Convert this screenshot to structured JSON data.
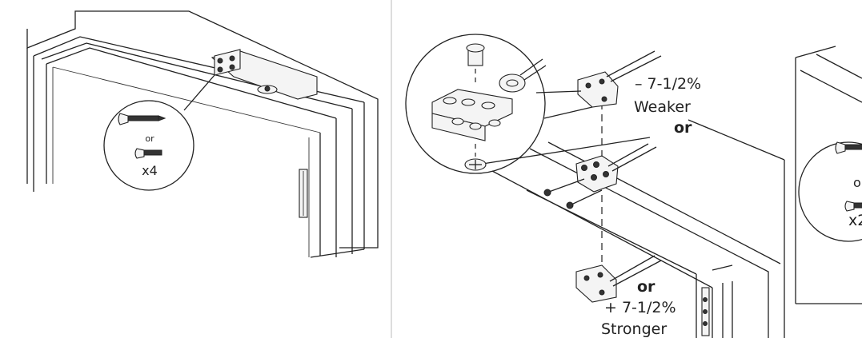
{
  "left_panel": {
    "callout_or": "or",
    "callout_qty": "x4"
  },
  "middle_panel": {
    "weaker_percent": "– 7-1/2%",
    "weaker_word": "Weaker",
    "or_top": "or",
    "or_bottom": "or",
    "stronger_percent": "+ 7-1/2%",
    "stronger_word": "Stronger"
  },
  "right_panel": {
    "callout_or": "o",
    "callout_qty": "x2"
  },
  "colors": {
    "line": "#222222",
    "background": "#ffffff",
    "divider": "#bbbbbb"
  }
}
